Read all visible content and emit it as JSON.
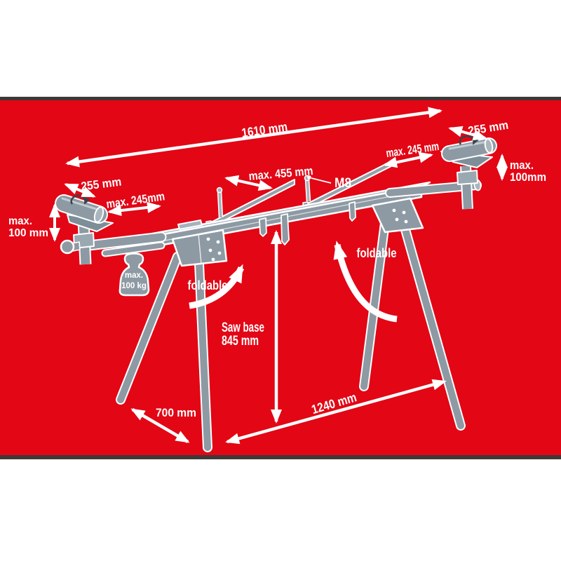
{
  "colors": {
    "background": "#ffffff",
    "panel_red": "#e30615",
    "panel_border": "#3e3937",
    "stand_gray": "#8d9aa4",
    "stand_gray_dark": "#7e8e98",
    "stand_gray_light": "#a6b2bb",
    "annotation_white": "#ffffff",
    "rotation_arrow_dark": "#39424a"
  },
  "diagram": {
    "subject": "foldable mitre saw stand dimension diagram",
    "dimensions": {
      "total_length": "1610 mm",
      "right_roller_width": "255 mm",
      "right_extension_max": "max. 245 mm",
      "right_height_line1": "max.",
      "right_height_line2": "100mm",
      "left_roller_width": "255 mm",
      "left_extension_max": "max. 245mm",
      "left_height_line1": "max.",
      "left_height_line2": "100 mm",
      "rail_span_max": "max. 455 mm",
      "bolt_size": "M8",
      "saw_base_line1": "Saw base",
      "saw_base_line2": "845 mm",
      "leg_depth": "700 mm",
      "leg_span": "1240 mm"
    },
    "labels": {
      "foldable_left": "foldable",
      "foldable_right": "foldable",
      "max_load_line1": "max.",
      "max_load_line2": "100 kg"
    }
  }
}
